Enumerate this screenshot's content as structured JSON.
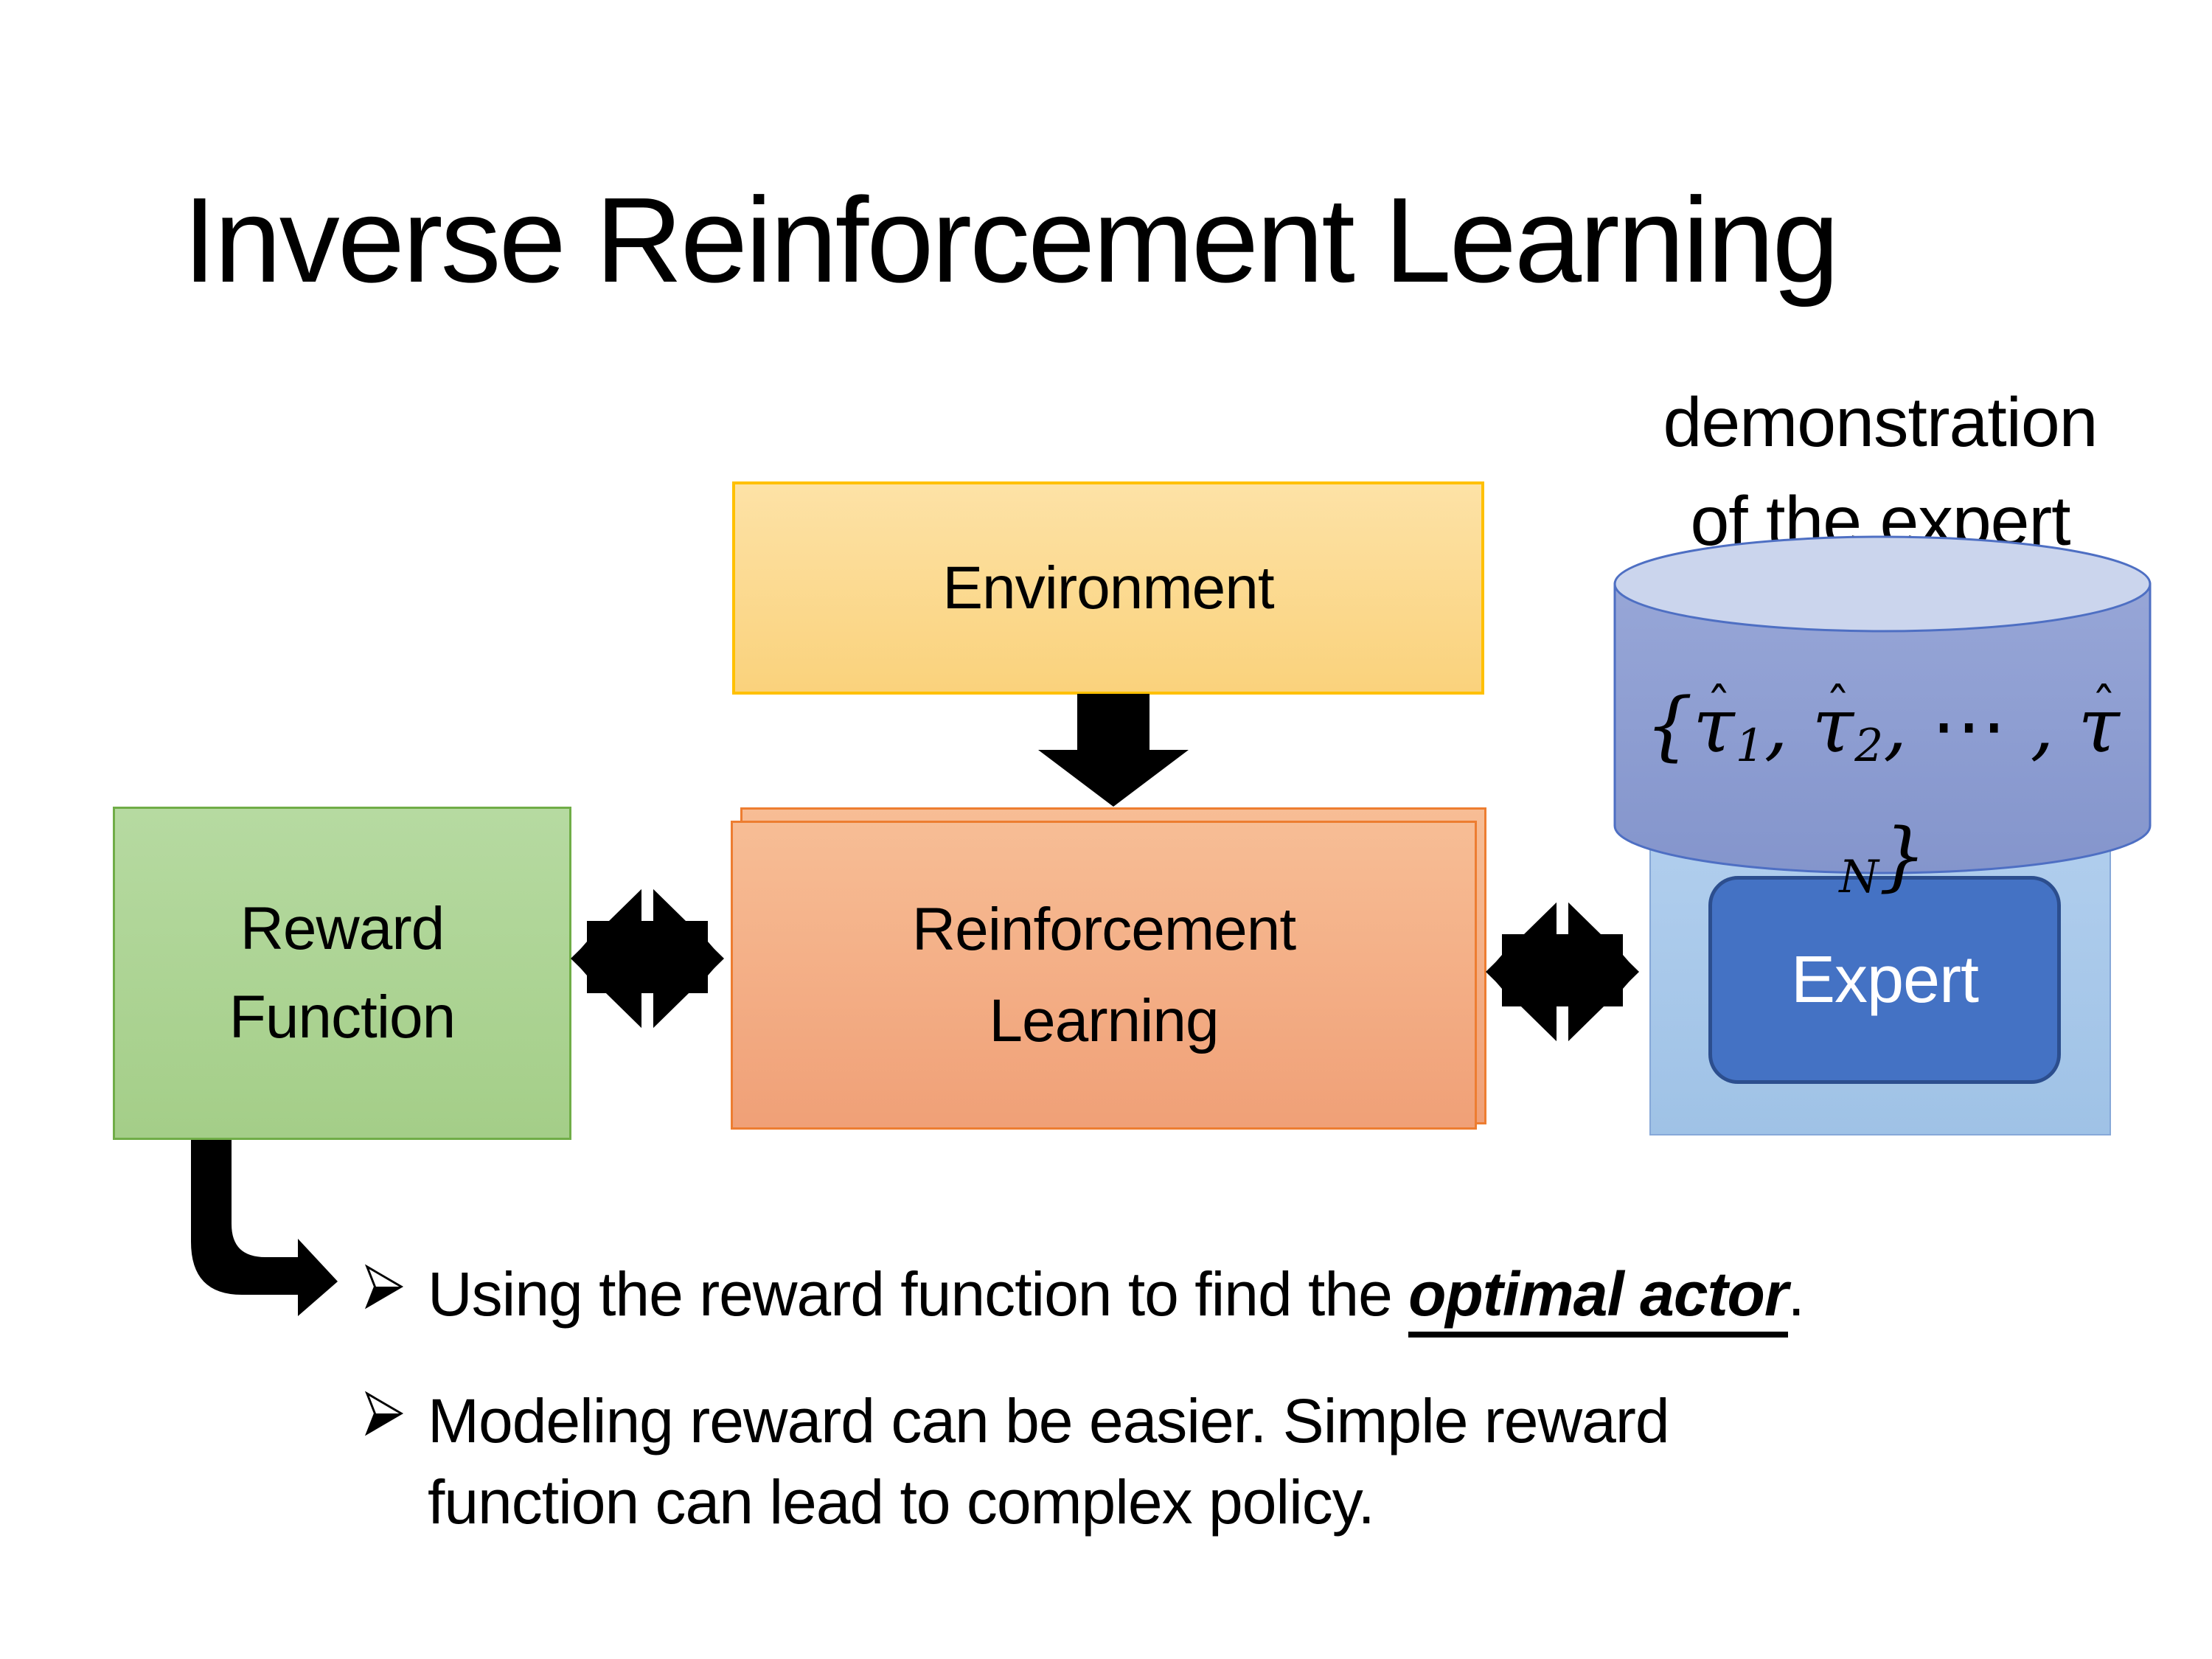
{
  "title": "Inverse Reinforcement Learning",
  "demo_label": {
    "line1": "demonstration",
    "line2": "of the expert"
  },
  "boxes": {
    "environment": {
      "label": "Environment"
    },
    "reward": {
      "line1": "Reward",
      "line2": "Function"
    },
    "rl": {
      "line1": "Reinforcement",
      "line2": "Learning"
    },
    "expert": {
      "label": "Expert"
    }
  },
  "formula": {
    "segments": [
      {
        "t": "{"
      },
      {
        "t": "τ",
        "hat": "ˆ",
        "sub": "1"
      },
      {
        "t": ", "
      },
      {
        "t": "τ",
        "hat": "ˆ",
        "sub": "2"
      },
      {
        "t": ", ⋯ , "
      },
      {
        "t": "τ",
        "hat": "ˆ",
        "sub": "N"
      },
      {
        "t": "}"
      }
    ]
  },
  "bullets": {
    "marker": "➢",
    "item1": {
      "pre": "Using the reward function to find the ",
      "emphasis": "optimal actor",
      "post": "."
    },
    "item2": {
      "line1": "Modeling reward can be easier. Simple reward",
      "line2": "function can lead to complex policy."
    }
  },
  "colors": {
    "bg": "#ffffff",
    "ink": "#000000",
    "arrow": "#000000",
    "env-fill-top": "#FDE2A6",
    "env-fill-bottom": "#FAD27C",
    "env-border": "#FFC000",
    "reward-fill-top": "#B6DAA1",
    "reward-fill-bottom": "#A4CE88",
    "reward-border": "#70AD47",
    "rl-fill-top": "#F7BD95",
    "rl-fill-bottom": "#F0A077",
    "rl-border": "#ED7D31",
    "cyl-fill-top": "#97A6D7",
    "cyl-fill-bottom": "#8495CC",
    "cyl-top-fill": "#CBD5ED",
    "cyl-border": "#4E6FC3",
    "panel-fill-top": "#B2CFEE",
    "panel-fill-bottom": "#9FC2E6",
    "panel-border": "#86A8D8",
    "expert-fill": "#4472C4",
    "expert-border": "#2C4E8E",
    "expert-text": "#FFFFFF"
  }
}
